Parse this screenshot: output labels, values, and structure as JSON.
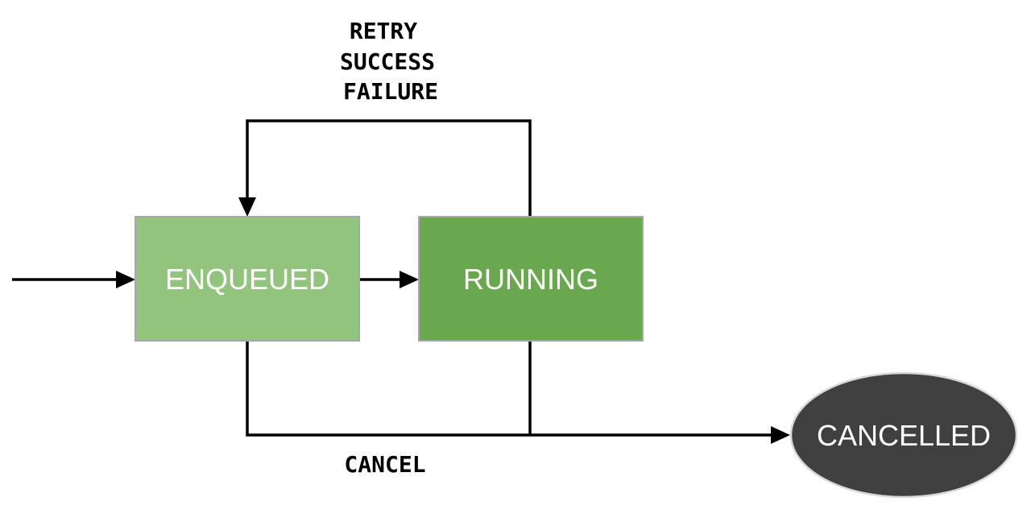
{
  "diagram": {
    "type": "state-machine",
    "background": "#ffffff",
    "line_color": "#000000",
    "label_color": "#000000",
    "nodes": {
      "enqueued": {
        "label": "ENQUEUED",
        "shape": "rectangle",
        "fill": "#93c47d",
        "border": "#a6a6ae",
        "text_color": "#ffffff"
      },
      "running": {
        "label": "RUNNING",
        "shape": "rectangle",
        "fill": "#6aa84f",
        "border": "#a6a6ae",
        "text_color": "#ffffff"
      },
      "cancelled": {
        "label": "CANCELLED",
        "shape": "ellipse",
        "fill": "#404040",
        "border": "#d9d9d9",
        "text_color": "#ffffff"
      }
    },
    "edges": {
      "start_to_enqueued": {
        "from": "start",
        "to": "enqueued",
        "label": ""
      },
      "enqueued_to_running": {
        "from": "enqueued",
        "to": "running",
        "label": ""
      },
      "running_to_enqueued": {
        "from": "running",
        "to": "enqueued",
        "label_lines": {
          "line1": "RETRY",
          "line2": "SUCCESS",
          "line3": "FAILURE"
        }
      },
      "to_cancelled": {
        "from": "enqueued, running",
        "to": "cancelled",
        "label": "CANCEL"
      }
    }
  }
}
